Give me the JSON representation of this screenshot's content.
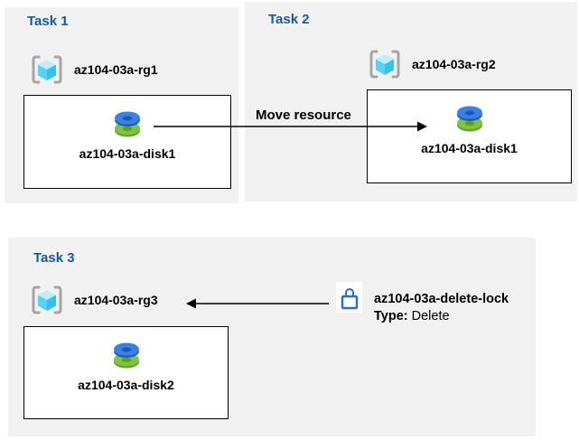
{
  "diagram": {
    "tasks": [
      {
        "title": "Task 1",
        "resource_group": "az104-03a-rg1",
        "resource": "az104-03a-disk1"
      },
      {
        "title": "Task 2",
        "resource_group": "az104-03a-rg2",
        "resource": "az104-03a-disk1"
      },
      {
        "title": "Task 3",
        "resource_group": "az104-03a-rg3",
        "resource": "az104-03a-disk2"
      }
    ],
    "move_label": "Move resource",
    "lock": {
      "name": "az104-03a-delete-lock",
      "type_label": "Type:",
      "type_value": "Delete"
    },
    "icons": {
      "resource_group": "resource-group-icon",
      "disk": "disk-icon",
      "lock": "lock-icon",
      "arrow": "arrow-right"
    },
    "colors": {
      "panel_bg": "#f1f1f1",
      "title_blue": "#175a9a",
      "text": "#000000",
      "box_border": "#000000",
      "lock_blue": "#2a6bd4",
      "disk_blue_top": "#3b82e0",
      "disk_blue_side": "#1d60c4",
      "disk_green_top": "#80c342",
      "disk_green_side": "#68a52c",
      "cube_top": "#bfeef9",
      "cube_left": "#59d1f3",
      "cube_right": "#31c2eb",
      "bracket_gray": "#a5a5a5",
      "arrow": "#000000"
    }
  }
}
